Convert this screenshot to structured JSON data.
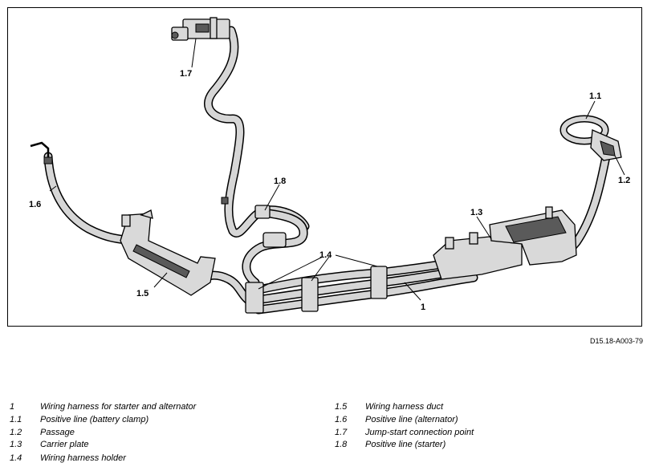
{
  "callouts": {
    "c1": "1",
    "c1_1": "1.1",
    "c1_2": "1.2",
    "c1_3": "1.3",
    "c1_4": "1.4",
    "c1_5": "1.5",
    "c1_6": "1.6",
    "c1_7": "1.7",
    "c1_8": "1.8"
  },
  "figure_id": "D15.18-A003-79",
  "legend": [
    {
      "num": "1",
      "text": "Wiring harness for starter and alternator"
    },
    {
      "num": "1.1",
      "text": "Positive line (battery clamp)"
    },
    {
      "num": "1.2",
      "text": "Passage"
    },
    {
      "num": "1.3",
      "text": "Carrier plate"
    },
    {
      "num": "1.4",
      "text": "Wiring harness holder"
    },
    {
      "num": "1.5",
      "text": "Wiring harness duct"
    },
    {
      "num": "1.6",
      "text": "Positive line (alternator)"
    },
    {
      "num": "1.7",
      "text": "Jump-start connection point"
    },
    {
      "num": "1.8",
      "text": "Positive line (starter)"
    }
  ]
}
